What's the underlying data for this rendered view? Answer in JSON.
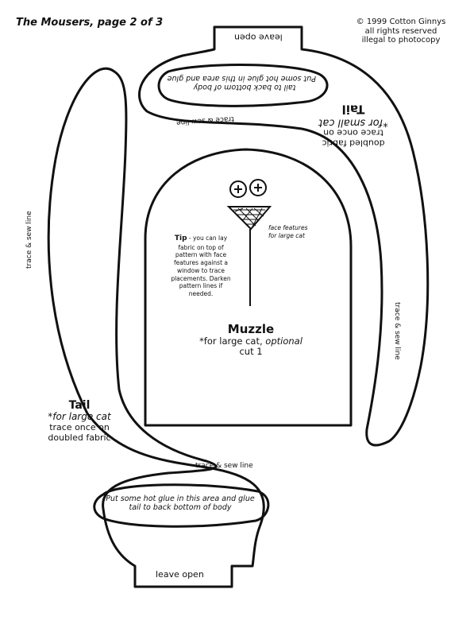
{
  "header": {
    "title": "The Mousers, page 2 of 3",
    "copyright": "© 1999 Cotton Ginnys",
    "rights": "all rights reserved",
    "notice": "illegal to photocopy"
  },
  "small_tail": {
    "leave_open": "leave open",
    "glue_line1": "Put some hot glue in this area and glue",
    "glue_line2": "tail to back bottom of body",
    "sew_line_top": "trace & sew line",
    "sew_line_side": "trace & sew line",
    "title": "Tail",
    "subtitle": "*for small cat",
    "trace_line1": "trace once on",
    "trace_line2": "doubled fabric"
  },
  "large_tail": {
    "sew_line_side": "trace & sew line",
    "title": "Tail",
    "subtitle": "*for large cat",
    "trace_line1": "trace once on",
    "trace_line2": "doubled fabric",
    "sew_line_bottom": "trace & sew line",
    "glue_line1": "Put some hot glue in this area and glue",
    "glue_line2": "tail to back bottom of body",
    "leave_open": "leave open"
  },
  "muzzle": {
    "tip_label": "Tip",
    "tip_lines": [
      "- you can lay",
      "fabric on top of",
      "pattern with face",
      "features against a",
      "window to trace",
      "placements. Darken",
      "pattern lines if",
      "needed."
    ],
    "face_line1": "face features",
    "face_line2": "for large cat",
    "title": "Muzzle",
    "subtitle_prefix": "*for large cat, ",
    "subtitle_optional": "optional",
    "cut": "cut 1"
  }
}
